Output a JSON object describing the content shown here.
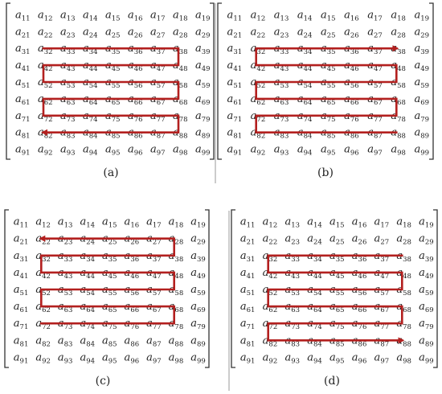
{
  "matrix": {
    "letter": "a",
    "row_indices": [
      "1",
      "2",
      "3",
      "4",
      "5",
      "6",
      "7",
      "8",
      "9"
    ],
    "col_indices": [
      "1",
      "2",
      "3",
      "4",
      "5",
      "6",
      "7",
      "8",
      "9"
    ]
  },
  "panels": [
    {
      "caption": "(a)",
      "path": [
        [
          3,
          2
        ],
        [
          3,
          8
        ],
        [
          4,
          8
        ],
        [
          4,
          2
        ],
        [
          5,
          2
        ],
        [
          5,
          8
        ],
        [
          6,
          8
        ],
        [
          6,
          2
        ],
        [
          7,
          2
        ],
        [
          7,
          8
        ],
        [
          8,
          8
        ],
        [
          8,
          2
        ]
      ],
      "arrow_at_end": true
    },
    {
      "caption": "(b)",
      "path": [
        [
          8,
          8
        ],
        [
          8,
          2
        ],
        [
          7,
          2
        ],
        [
          7,
          8
        ],
        [
          6,
          8
        ],
        [
          6,
          2
        ],
        [
          5,
          2
        ],
        [
          5,
          8
        ],
        [
          4,
          8
        ],
        [
          4,
          2
        ],
        [
          3,
          2
        ],
        [
          3,
          8
        ]
      ],
      "arrow_at_end": true
    },
    {
      "caption": "(c)",
      "path": [
        [
          7,
          2
        ],
        [
          7,
          8
        ],
        [
          6,
          8
        ],
        [
          6,
          2
        ],
        [
          5,
          2
        ],
        [
          5,
          8
        ],
        [
          4,
          8
        ],
        [
          4,
          2
        ],
        [
          3,
          2
        ],
        [
          3,
          8
        ],
        [
          2,
          8
        ],
        [
          2,
          2
        ]
      ],
      "arrow_at_end": true
    },
    {
      "caption": "(d)",
      "path": [
        [
          3,
          8
        ],
        [
          3,
          2
        ],
        [
          4,
          2
        ],
        [
          4,
          8
        ],
        [
          5,
          8
        ],
        [
          5,
          2
        ],
        [
          6,
          2
        ],
        [
          6,
          8
        ],
        [
          7,
          8
        ],
        [
          7,
          2
        ],
        [
          8,
          2
        ],
        [
          8,
          8
        ]
      ],
      "arrow_at_end": true
    }
  ],
  "colors": {
    "path": "#b3201f",
    "text": "#222222",
    "bracket": "#333333"
  }
}
